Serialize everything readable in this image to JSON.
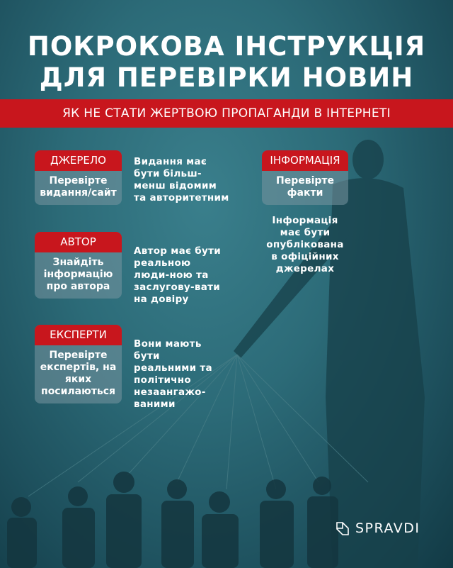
{
  "title": {
    "line1": "ПОКРОКОВА ІНСТРУКЦІЯ",
    "line2": "ДЛЯ ПЕРЕВІРКИ НОВИН"
  },
  "subtitle": "ЯК НЕ СТАТИ ЖЕРТВОЮ ПРОПАГАНДИ В ІНТЕРНЕТІ",
  "steps": [
    {
      "header": "ДЖЕРЕЛО",
      "body": "Перевірте видання/сайт",
      "note": "Видання має бути більш-менш відомим та авторитетним"
    },
    {
      "header": "АВТОР",
      "body": "Знайдіть інформацію про автора",
      "note": "Автор має бути реальною люди-ною та заслугову-вати на довіру"
    },
    {
      "header": "ЕКСПЕРТИ",
      "body": "Перевірте експертів, на яких посилаються",
      "note": "Вони мають бути реальними та політично незаангажо-ваними"
    },
    {
      "header": "ІНФОРМАЦІЯ",
      "body": "Перевірте факти",
      "note": "Інформація має бути опублікована в офіційних джерелах"
    }
  ],
  "logo": {
    "text": "SPRAVDI"
  },
  "colors": {
    "accent": "#c8161d",
    "background": "#2c6b78"
  }
}
